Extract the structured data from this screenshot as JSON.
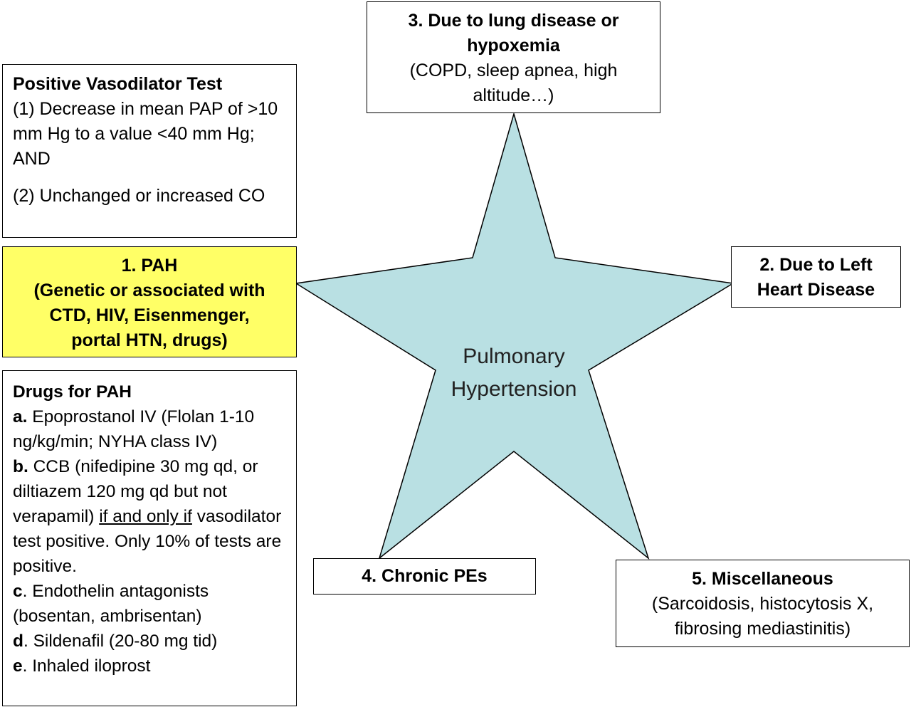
{
  "center": {
    "line1": "Pulmonary",
    "line2": "Hypertension"
  },
  "colors": {
    "star_fill": "#b9e0e3",
    "pah_fill": "#ffff66",
    "border": "#000000"
  },
  "vasodilator_test": {
    "title": "Positive Vasodilator Test",
    "c1_marker": "(1)",
    "c1_text": " Decrease in mean PAP of >10 mm Hg to a value <40 mm Hg; AND",
    "c2_marker": "(2)",
    "c2_text": " Unchanged or increased CO"
  },
  "pah": {
    "title": "1. PAH",
    "line1": "(Genetic or associated with",
    "line2": "CTD, HIV, Eisenmenger,",
    "line3": "portal HTN, drugs)"
  },
  "drugs": {
    "title": "Drugs for PAH",
    "a_marker": "a.",
    "a_text": " Epoprostanol IV (Flolan 1-10 ng/kg/min; NYHA class IV)",
    "b_marker": "b.",
    "b_text": " CCB (nifedipine 30 mg qd, or diltiazem 120 mg qd but not verapamil) ",
    "b_underline": "if and only if",
    "b_text2": " vasodilator test positive. Only 10% of tests are positive.",
    "c_marker": "c",
    "c_text": ". Endothelin antagonists (bosentan, ambrisentan)",
    "d_marker": "d",
    "d_text": ". Sildenafil (20-80 mg tid)",
    "e_marker": "e",
    "e_text": ". Inhaled iloprost"
  },
  "lung": {
    "title1": "3. Due to lung disease or",
    "title2": "hypoxemia",
    "line1": "(COPD, sleep apnea, high",
    "line2": "altitude…)"
  },
  "left_heart": {
    "line1": "2. Due to Left",
    "line2": "Heart Disease"
  },
  "pes": {
    "title": "4. Chronic PEs"
  },
  "misc": {
    "title": "5. Miscellaneous",
    "line1": "(Sarcoidosis, histocytosis X,",
    "line2": "fibrosing mediastinitis)"
  }
}
